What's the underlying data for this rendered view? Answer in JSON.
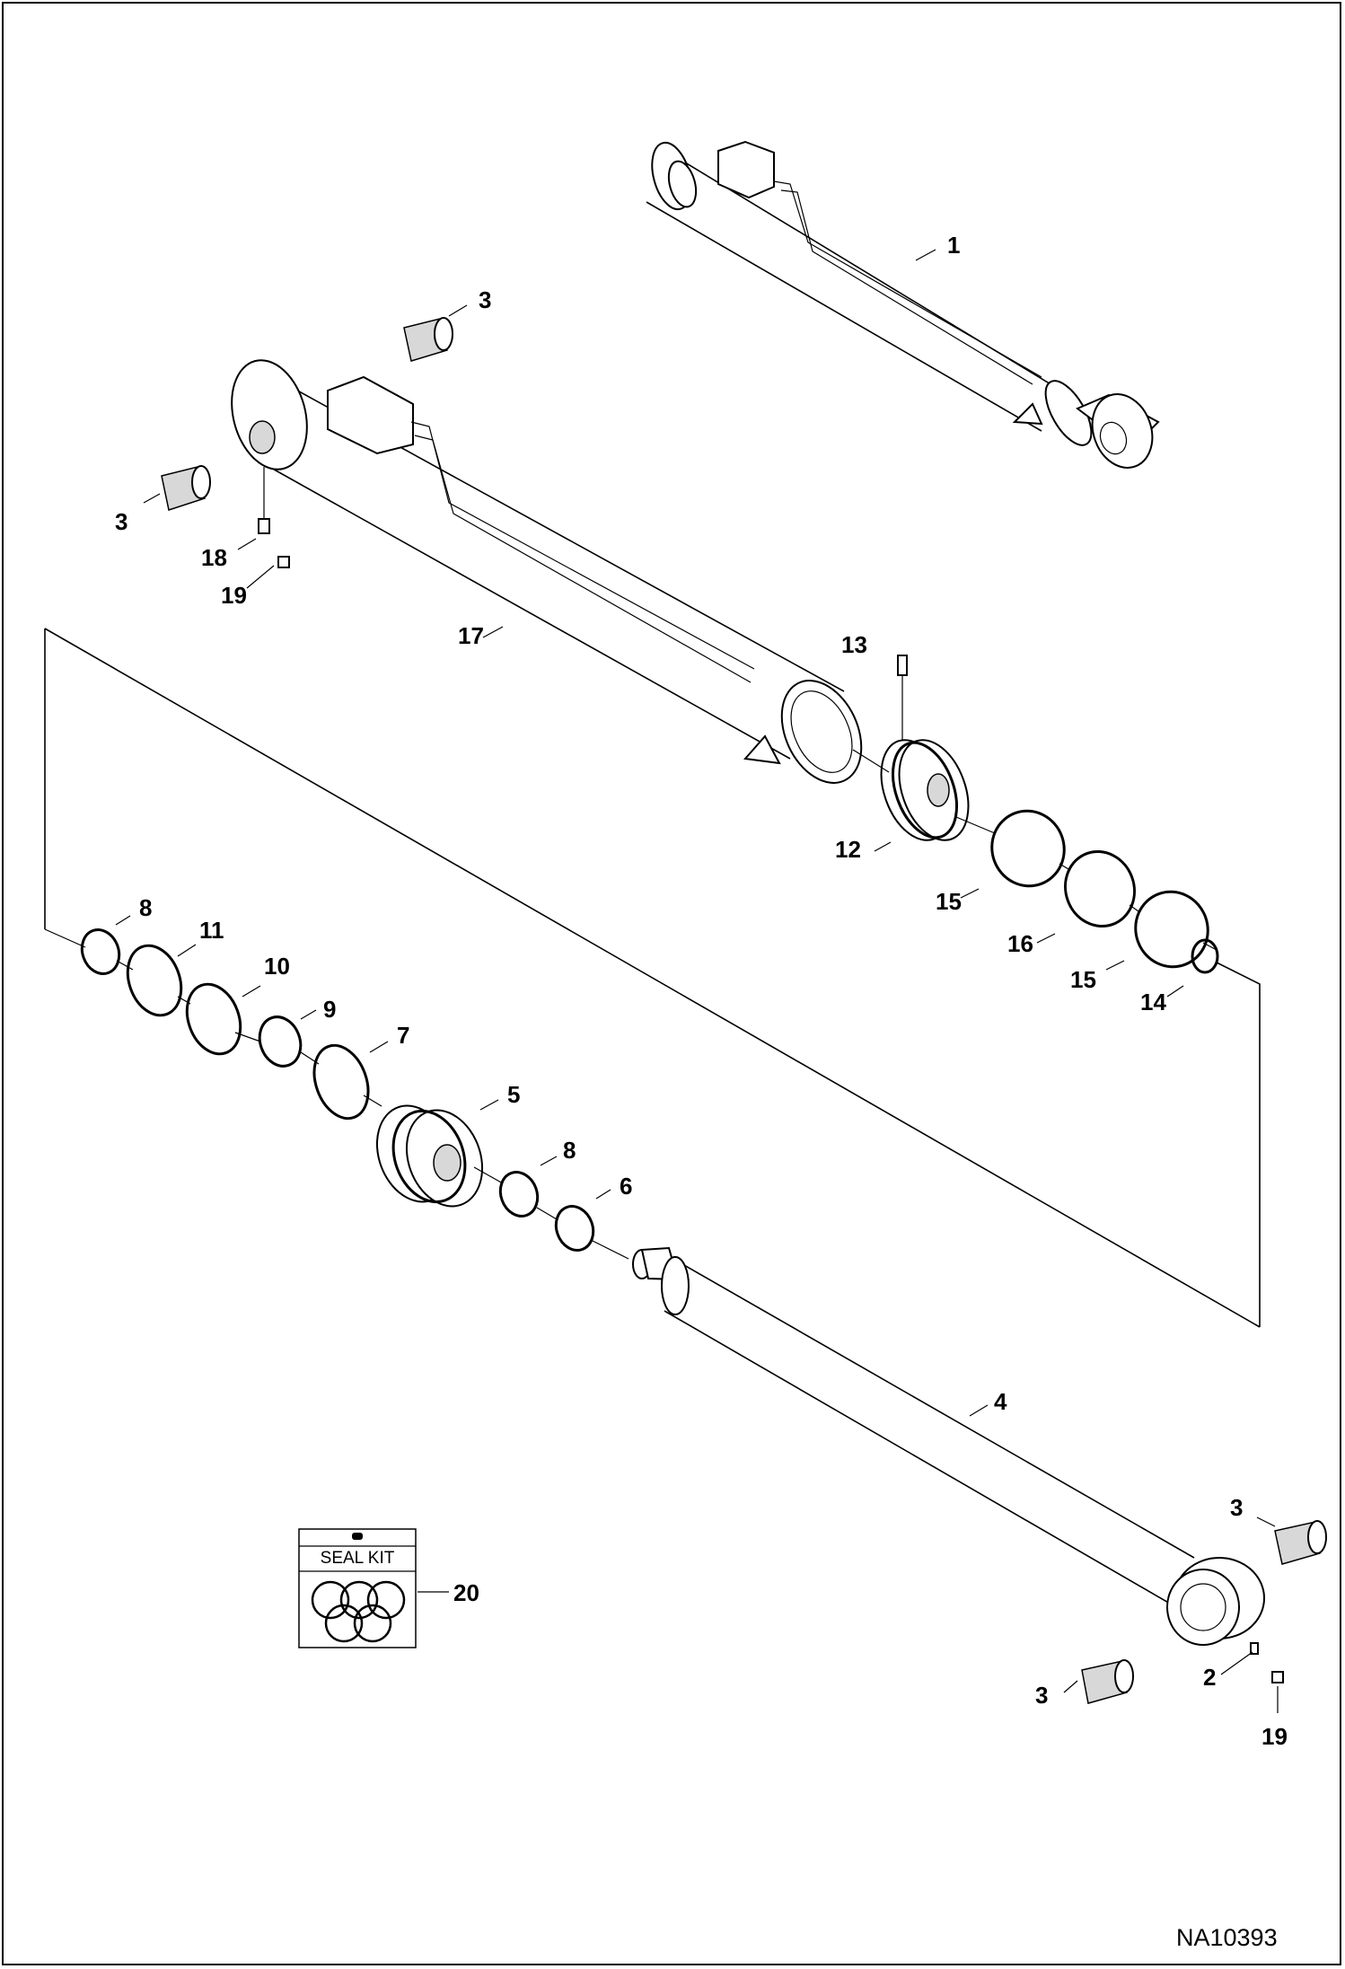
{
  "callouts": {
    "c1": "1",
    "c2": "2",
    "c3a": "3",
    "c3b": "3",
    "c3c": "3",
    "c3d": "3",
    "c4": "4",
    "c5": "5",
    "c6": "6",
    "c7": "7",
    "c8a": "8",
    "c8b": "8",
    "c9": "9",
    "c10": "10",
    "c11": "11",
    "c12": "12",
    "c13": "13",
    "c14": "14",
    "c15a": "15",
    "c15b": "15",
    "c16": "16",
    "c17": "17",
    "c18": "18",
    "c19a": "19",
    "c19b": "19",
    "c20": "20"
  },
  "seal_kit": {
    "title": "SEAL KIT"
  },
  "drawing_number": "NA10393"
}
